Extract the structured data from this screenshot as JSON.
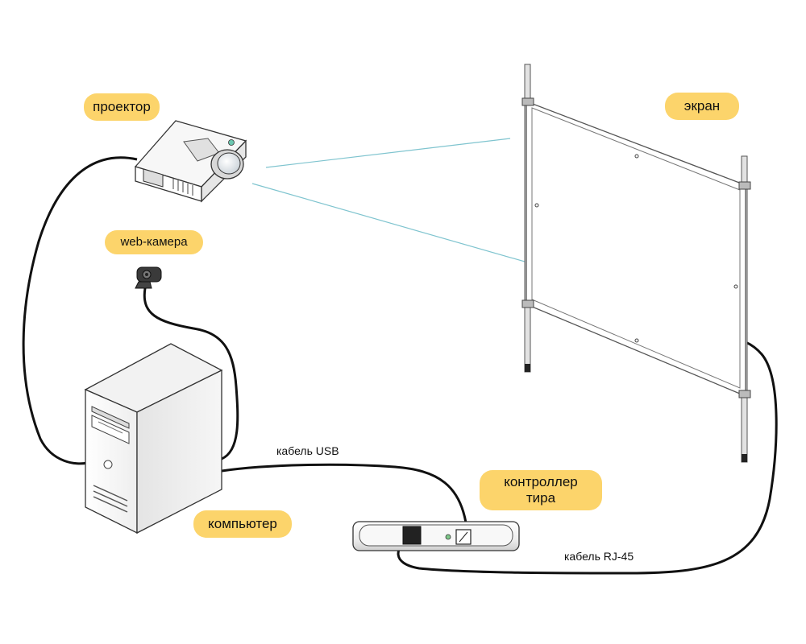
{
  "labels": {
    "projector": "проектор",
    "webcam": "web-камера",
    "screen": "экран",
    "computer": "компьютер",
    "controller_line1": "контроллер",
    "controller_line2": "тира",
    "cable_usb": "кабель USB",
    "cable_rj45": "кабель RJ-45"
  },
  "colors": {
    "label_fill": "#fcd46b",
    "projection_rays": "#7fc4cf",
    "cable": "#111111"
  }
}
